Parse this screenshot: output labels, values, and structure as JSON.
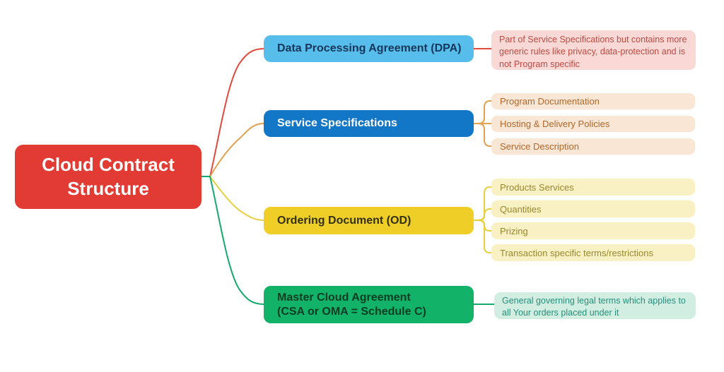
{
  "root": {
    "label": "Cloud Contract Structure",
    "box_color": "#e23b33",
    "text_color": "#ffffff"
  },
  "branches": [
    {
      "label": "Data Processing Agreement (DPA)",
      "box_color": "#57beec",
      "text_color": "#16365b",
      "line_color": "#e2493d",
      "children": [
        {
          "label": "Part of Service Specifications but contains more generic rules like privacy, data-protection and is not Program specific",
          "bg_color": "#f9d8d6",
          "text_color": "#bf4a41"
        }
      ]
    },
    {
      "label": "Service Specifications",
      "box_color": "#1377c8",
      "text_color": "#ffffff",
      "line_color": "#e2a14e",
      "children": [
        {
          "label": "Program Documentation",
          "bg_color": "#fae6d4",
          "text_color": "#b2672b"
        },
        {
          "label": "Hosting & Delivery Policies",
          "bg_color": "#fae6d4",
          "text_color": "#b2672b"
        },
        {
          "label": "Service Description",
          "bg_color": "#fae6d4",
          "text_color": "#b2672b"
        }
      ]
    },
    {
      "label": "Ordering Document (OD)",
      "box_color": "#efcf27",
      "text_color": "#32300f",
      "line_color": "#e7cf3e",
      "children": [
        {
          "label": "Products Services",
          "bg_color": "#f9f0c4",
          "text_color": "#97892d"
        },
        {
          "label": "Quantities",
          "bg_color": "#f9f0c4",
          "text_color": "#97892d"
        },
        {
          "label": "Prizing",
          "bg_color": "#f9f0c4",
          "text_color": "#97892d"
        },
        {
          "label": "Transaction specific terms/restrictions",
          "bg_color": "#f9f0c4",
          "text_color": "#97892d"
        }
      ]
    },
    {
      "label_line1": "Master Cloud Agreement",
      "label_line2": "(CSA or OMA = Schedule C)",
      "box_color": "#13b269",
      "text_color": "#073d22",
      "line_color": "#16a96c",
      "children": [
        {
          "label": "General governing legal terms which applies to all Your orders placed under it",
          "bg_color": "#d2eee3",
          "text_color": "#23907a"
        }
      ]
    }
  ]
}
